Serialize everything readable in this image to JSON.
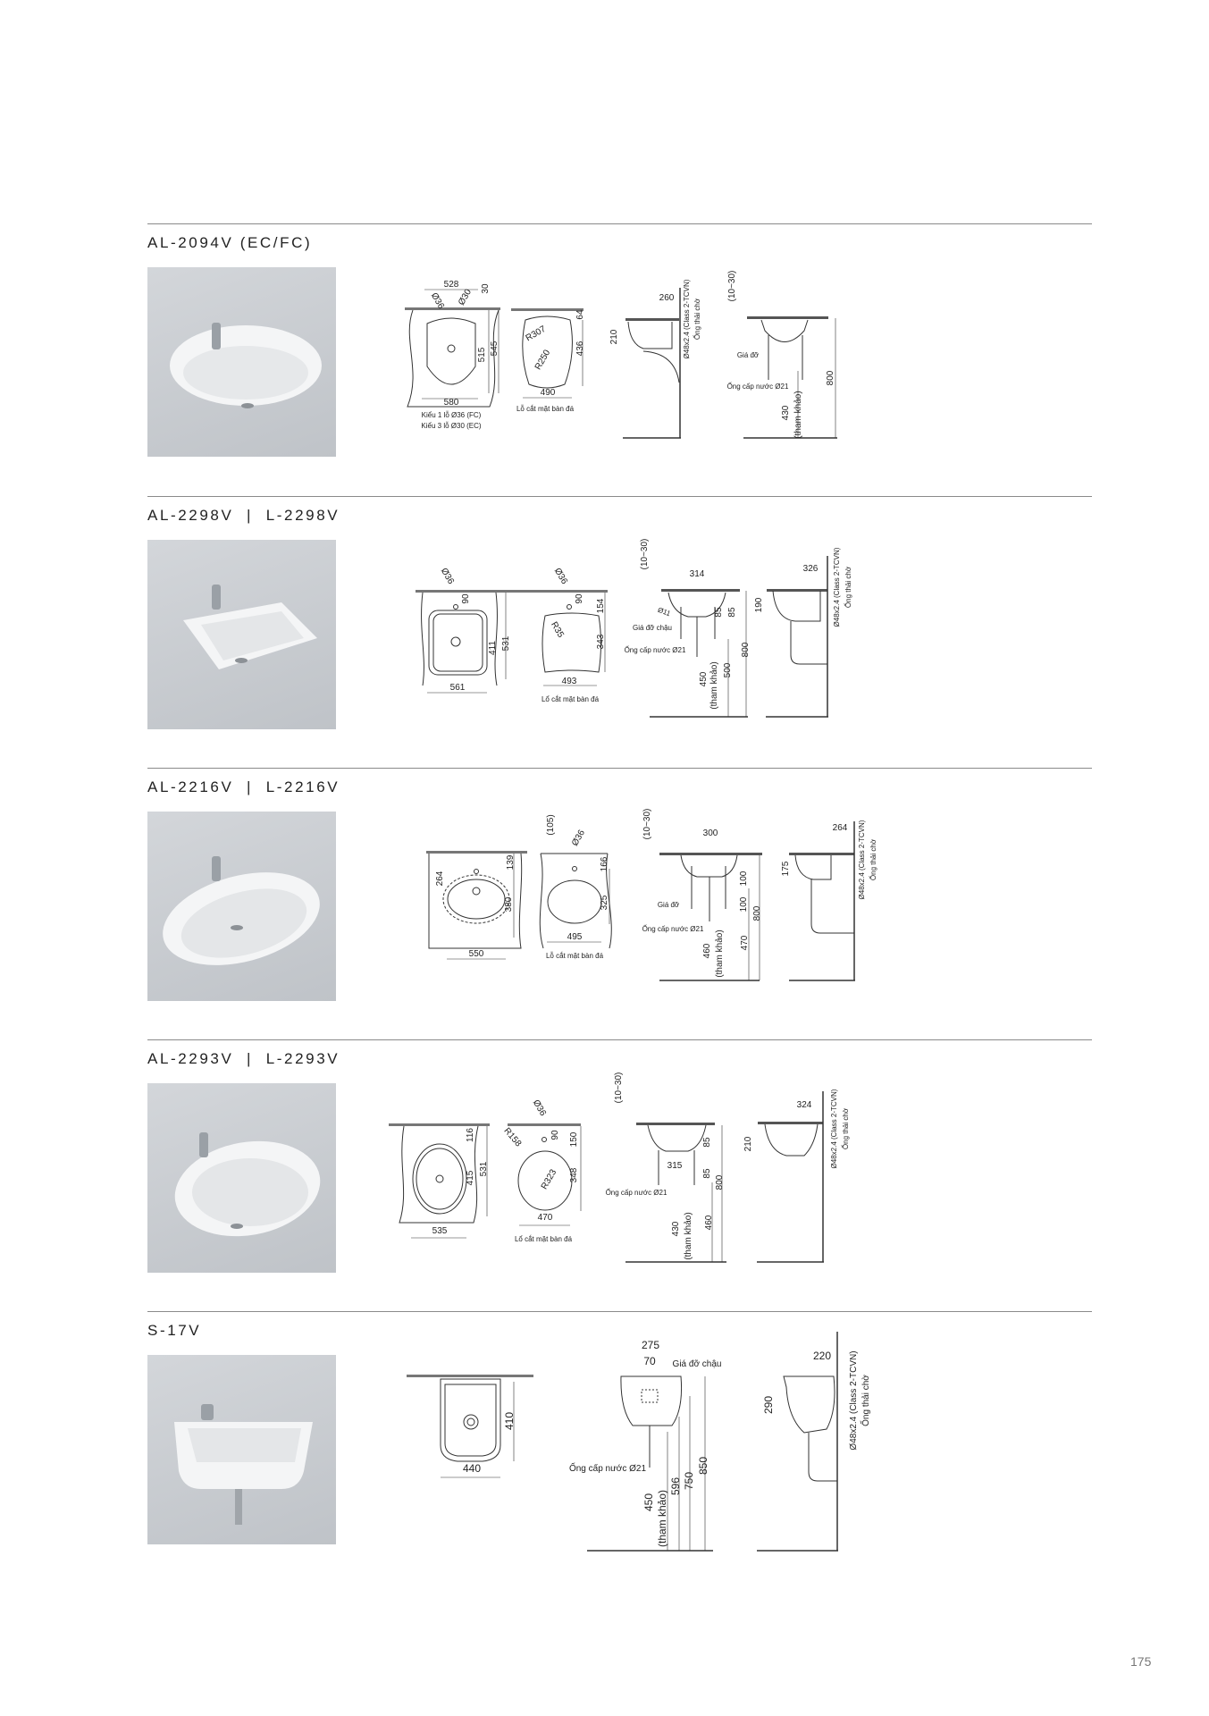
{
  "page_number": "175",
  "sections": [
    {
      "title": "AL-2094V (EC/FC)",
      "labels": [
        "528",
        "Ø36",
        "Ø30",
        "30",
        "515",
        "545",
        "580",
        "Kiểu 1 lỗ Ø36 (FC)",
        "Kiểu 3 lỗ Ø30 (EC)",
        "64",
        "R307",
        "R250",
        "436",
        "490",
        "Lỗ cắt mặt bàn đá",
        "260",
        "210",
        "Ø48x2.4 (Class 2-TCVN)",
        "Ống thải chờ",
        "(10~30)",
        "Giá đỡ",
        "Ống cấp nước Ø21",
        "430",
        "(tham khảo)",
        "800"
      ]
    },
    {
      "title": "AL-2298V  |  L-2298V",
      "labels": [
        "Ø36",
        "90",
        "411",
        "531",
        "561",
        "Ø36",
        "90",
        "154",
        "R35",
        "343",
        "493",
        "Lổ cắt mặt bàn đá",
        "(10~30)",
        "314",
        "Ø11",
        "Giá đỡ chậu",
        "85",
        "85",
        "Ống cấp nước Ø21",
        "450",
        "(tham khảo)",
        "500",
        "800",
        "326",
        "190",
        "Ø48x2.4 (Class 2-TCVN)",
        "Ống thải chờ"
      ]
    },
    {
      "title": "AL-2216V  |  L-2216V",
      "labels": [
        "264",
        "139",
        "380",
        "550",
        "(105)",
        "Ø36",
        "166",
        "325",
        "495",
        "Lỗ cắt mặt bàn đá",
        "(10~30)",
        "300",
        "100",
        "100",
        "Giá đỡ",
        "Ống cấp nước Ø21",
        "460",
        "(tham khảo)",
        "470",
        "800",
        "264",
        "175",
        "Ø48x2.4 (Class 2-TCVN)",
        "Ống thải chờ"
      ]
    },
    {
      "title": "AL-2293V  |  L-2293V",
      "labels": [
        "116",
        "531",
        "415",
        "535",
        "Ø36",
        "R158",
        "90",
        "150",
        "R323",
        "348",
        "470",
        "Lổ cắt mặt bàn đá",
        "(10~30)",
        "315",
        "85",
        "85",
        "Ống cấp nước Ø21",
        "430",
        "(tham khảo)",
        "460",
        "800",
        "324",
        "210",
        "Ø48x2.4 (Class 2-TCVN)",
        "Ống thải chờ"
      ]
    },
    {
      "title": "S-17V",
      "labels": [
        "410",
        "440",
        "275",
        "70",
        "Giá đỡ chậu",
        "Ống cấp nước Ø21",
        "450",
        "(tham khảo)",
        "596",
        "750",
        "850",
        "220",
        "290",
        "Ø48x2.4 (Class 2-TCVN)",
        "Ống thải chờ"
      ]
    }
  ]
}
